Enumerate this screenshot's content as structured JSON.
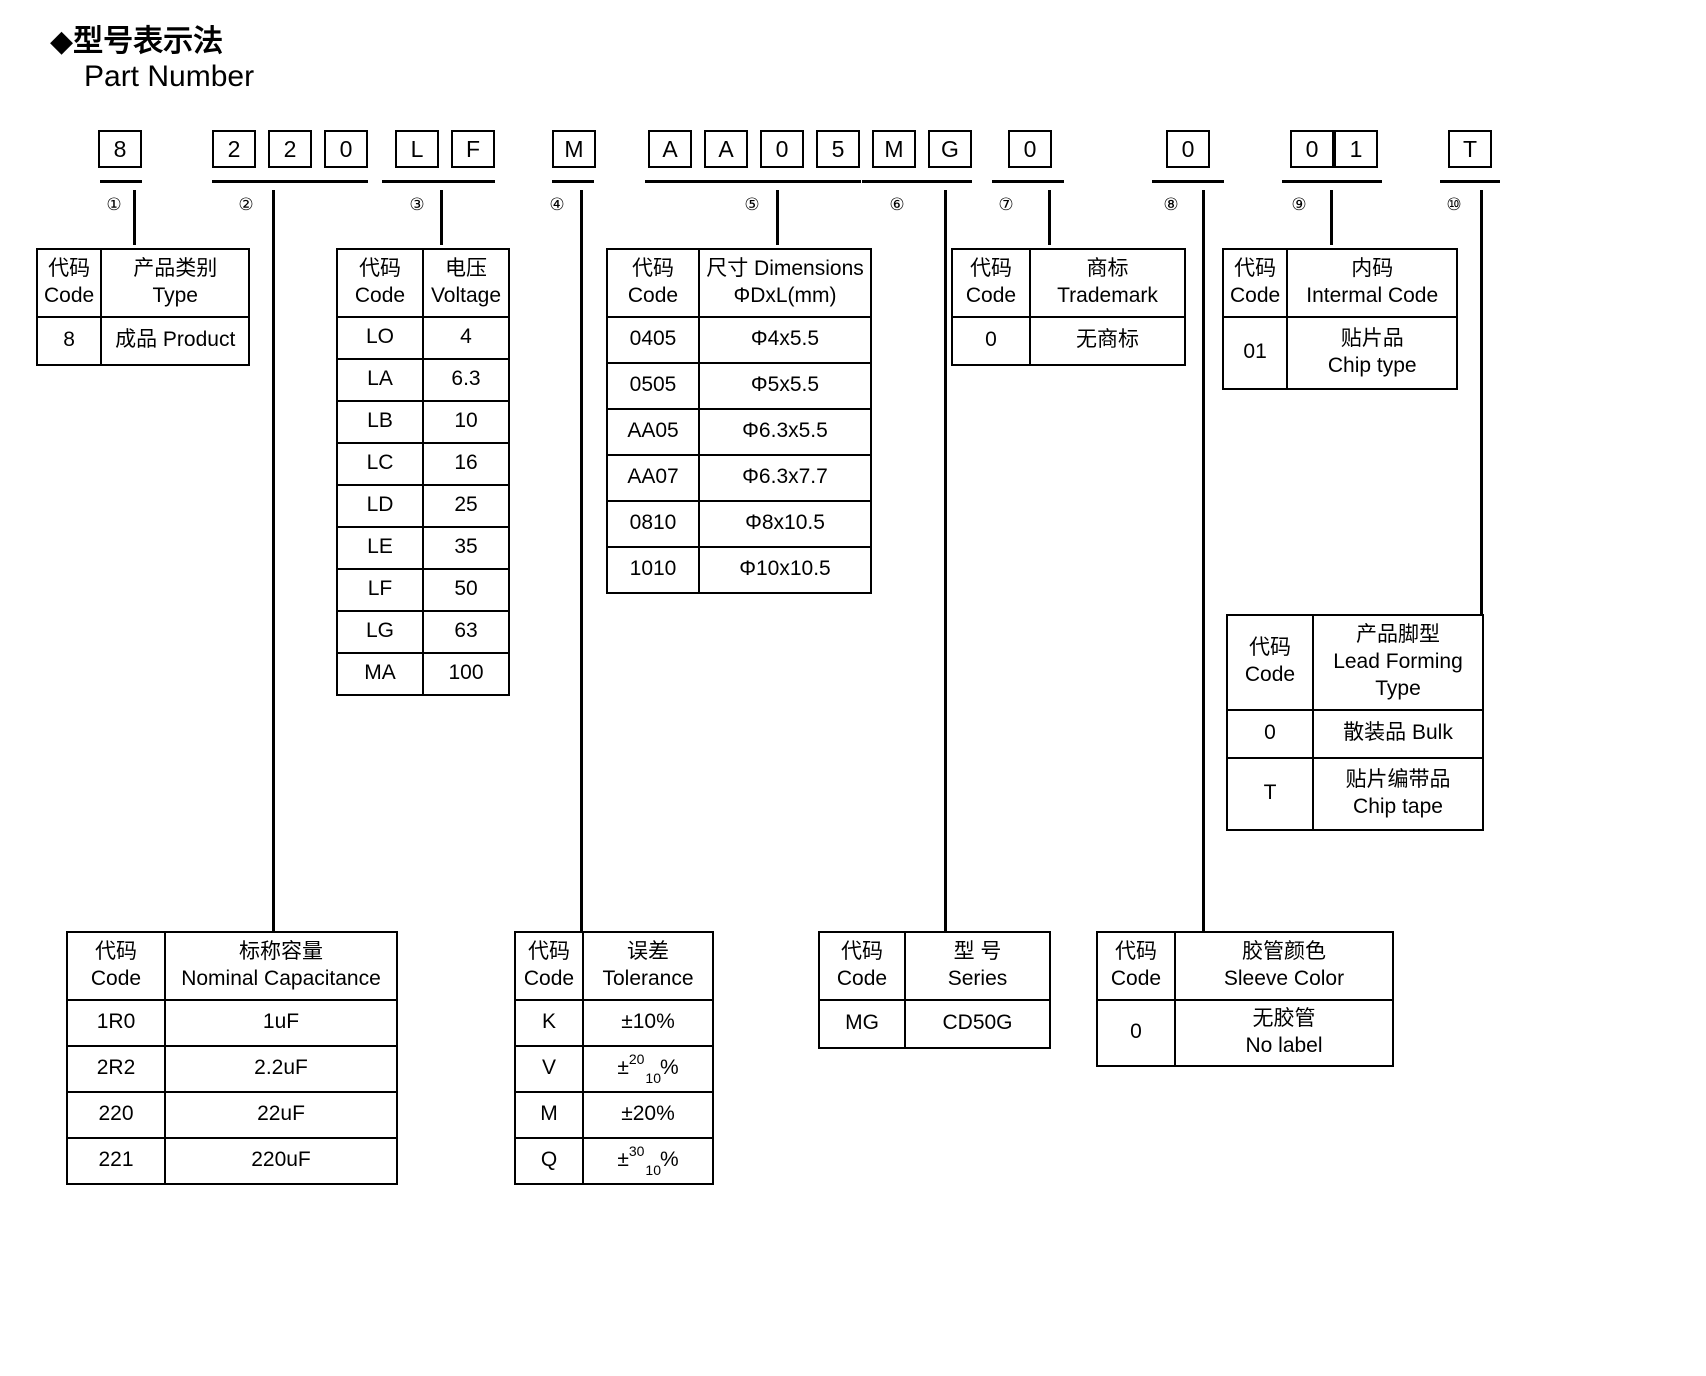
{
  "heading": {
    "cn": "◆型号表示法",
    "en": "Part Number"
  },
  "part_number": {
    "groups": [
      {
        "index": "①",
        "chars": [
          "8"
        ]
      },
      {
        "index": "②",
        "chars": [
          "2",
          "2",
          "0"
        ]
      },
      {
        "index": "③",
        "chars": [
          "L",
          "F"
        ]
      },
      {
        "index": "④",
        "chars": [
          "M"
        ]
      },
      {
        "index": "⑤",
        "chars": [
          "A",
          "A",
          "0",
          "5"
        ]
      },
      {
        "index": "⑥",
        "chars": [
          "M",
          "G"
        ]
      },
      {
        "index": "⑦",
        "chars": [
          "0"
        ]
      },
      {
        "index": "⑧",
        "chars": [
          "0"
        ]
      },
      {
        "index": "⑨",
        "chars": [
          "0",
          "1"
        ]
      },
      {
        "index": "⑩",
        "chars": [
          "T"
        ]
      }
    ]
  },
  "tables": {
    "type": {
      "header": {
        "code_cn": "代码",
        "code_en": "Code",
        "value_cn": "产品类别",
        "value_en": "Type"
      },
      "rows": [
        {
          "code": "8",
          "value": "成品 Product"
        }
      ]
    },
    "voltage": {
      "header": {
        "code_cn": "代码",
        "code_en": "Code",
        "value_cn": "电压",
        "value_en": "Voltage"
      },
      "rows": [
        {
          "code": "LO",
          "value": "4"
        },
        {
          "code": "LA",
          "value": "6.3"
        },
        {
          "code": "LB",
          "value": "10"
        },
        {
          "code": "LC",
          "value": "16"
        },
        {
          "code": "LD",
          "value": "25"
        },
        {
          "code": "LE",
          "value": "35"
        },
        {
          "code": "LF",
          "value": "50"
        },
        {
          "code": "LG",
          "value": "63"
        },
        {
          "code": "MA",
          "value": "100"
        }
      ]
    },
    "dimensions": {
      "header": {
        "code_cn": "代码",
        "code_en": "Code",
        "value_cn": "尺寸 Dimensions",
        "value_en": "ΦDxL(mm)"
      },
      "rows": [
        {
          "code": "0405",
          "value": "Φ4x5.5"
        },
        {
          "code": "0505",
          "value": "Φ5x5.5"
        },
        {
          "code": "AA05",
          "value": "Φ6.3x5.5"
        },
        {
          "code": "AA07",
          "value": "Φ6.3x7.7"
        },
        {
          "code": "0810",
          "value": "Φ8x10.5"
        },
        {
          "code": "1010",
          "value": "Φ10x10.5"
        }
      ]
    },
    "trademark": {
      "header": {
        "code_cn": "代码",
        "code_en": "Code",
        "value_cn": "商标",
        "value_en": "Trademark"
      },
      "rows": [
        {
          "code": "0",
          "value": "无商标"
        }
      ]
    },
    "internal_code": {
      "header": {
        "code_cn": "代码",
        "code_en": "Code",
        "value_cn": "内码",
        "value_en": "Intermal Code"
      },
      "rows": [
        {
          "code": "01",
          "value_cn": "贴片品",
          "value_en": "Chip type"
        }
      ]
    },
    "lead_forming": {
      "header": {
        "code_cn": "代码",
        "code_en": "Code",
        "value_cn": "产品脚型",
        "value_en": "Lead Forming",
        "value_en2": "Type"
      },
      "rows": [
        {
          "code": "0",
          "value_cn": "散装品 Bulk",
          "value_en": ""
        },
        {
          "code": "T",
          "value_cn": "贴片编带品",
          "value_en": "Chip tape"
        }
      ]
    },
    "capacitance": {
      "header": {
        "code_cn": "代码",
        "code_en": "Code",
        "value_cn": "标称容量",
        "value_en": "Nominal Capacitance"
      },
      "rows": [
        {
          "code": "1R0",
          "value": "1uF"
        },
        {
          "code": "2R2",
          "value": "2.2uF"
        },
        {
          "code": "220",
          "value": "22uF"
        },
        {
          "code": "221",
          "value": "220uF"
        }
      ]
    },
    "tolerance": {
      "header": {
        "code_cn": "代码",
        "code_en": "Code",
        "value_cn": "误差",
        "value_en": "Tolerance"
      },
      "rows": [
        {
          "code": "K",
          "value": "±10%",
          "sup": "",
          "sub": ""
        },
        {
          "code": "V",
          "value": "±",
          "sup": "20",
          "sub": "10",
          "suffix": "%"
        },
        {
          "code": "M",
          "value": "±20%",
          "sup": "",
          "sub": ""
        },
        {
          "code": "Q",
          "value": "±",
          "sup": "30",
          "sub": "10",
          "suffix": "%"
        }
      ]
    },
    "series": {
      "header": {
        "code_cn": "代码",
        "code_en": "Code",
        "value_cn": "型 号",
        "value_en": "Series"
      },
      "rows": [
        {
          "code": "MG",
          "value": "CD50G"
        }
      ]
    },
    "sleeve_color": {
      "header": {
        "code_cn": "代码",
        "code_en": "Code",
        "value_cn": "胶管颜色",
        "value_en": "Sleeve Color"
      },
      "rows": [
        {
          "code": "0",
          "value_cn": "无胶管",
          "value_en": "No label"
        }
      ]
    }
  }
}
